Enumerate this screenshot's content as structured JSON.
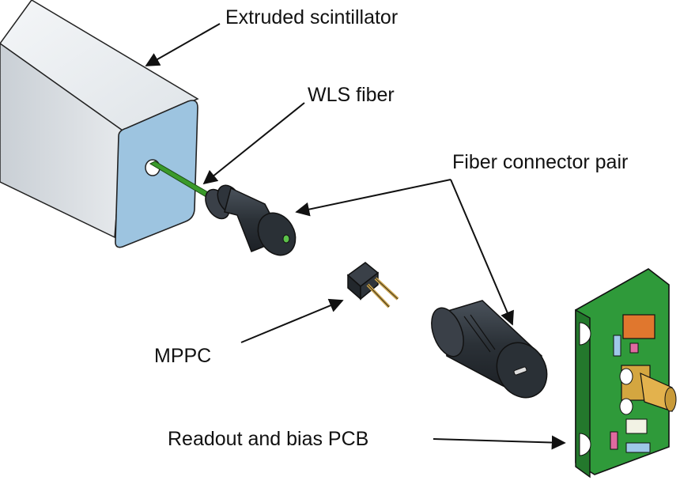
{
  "labels": {
    "scintillator": "Extruded scintillator",
    "wls_fiber": "WLS fiber",
    "connector_pair": "Fiber connector pair",
    "mppc": "MPPC",
    "pcb": "Readout and bias PCB"
  },
  "colors": {
    "scintillator_face": "#9dc4e0",
    "scintillator_body": "#e8ecef",
    "fiber": "#3a9a2a",
    "connector": "#2f353c",
    "pcb": "#2f9a3a",
    "orange_component": "#e0772e",
    "gold_connector": "#d4a640"
  }
}
